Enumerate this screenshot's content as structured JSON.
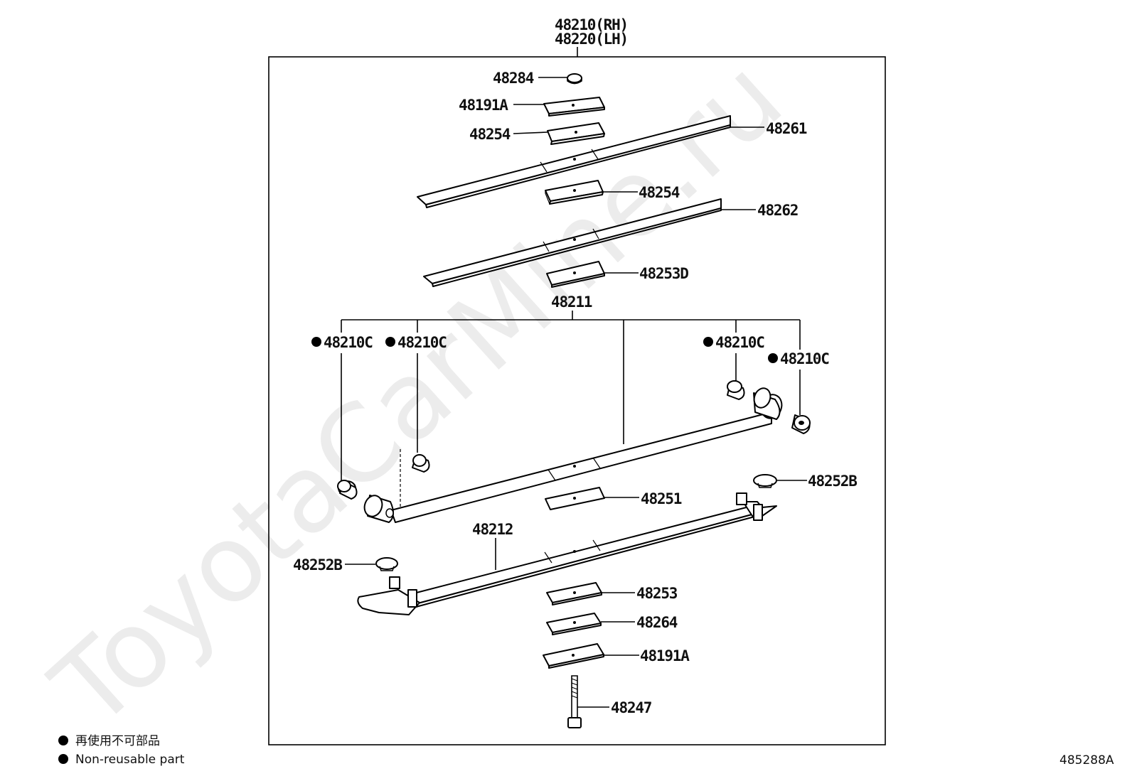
{
  "watermark": "ToyotaCarMine.ru",
  "assembly": {
    "rh": "48210(RH)",
    "lh": "48220(LH)"
  },
  "parts": {
    "p48284": "48284",
    "p48191a_top": "48191A",
    "p48254_top": "48254",
    "p48261": "48261",
    "p48254_mid": "48254",
    "p48262": "48262",
    "p48253d": "48253D",
    "p48211": "48211",
    "p48210c_1": "48210C",
    "p48210c_2": "48210C",
    "p48210c_3": "48210C",
    "p48210c_4": "48210C",
    "p48252b_right": "48252B",
    "p48251": "48251",
    "p48212": "48212",
    "p48252b_left": "48252B",
    "p48253": "48253",
    "p48264": "48264",
    "p48191a_bottom": "48191A",
    "p48247": "48247"
  },
  "legend": {
    "japanese": "再使用不可部品",
    "english": "Non-reusable part"
  },
  "diagram_code": "485288A"
}
